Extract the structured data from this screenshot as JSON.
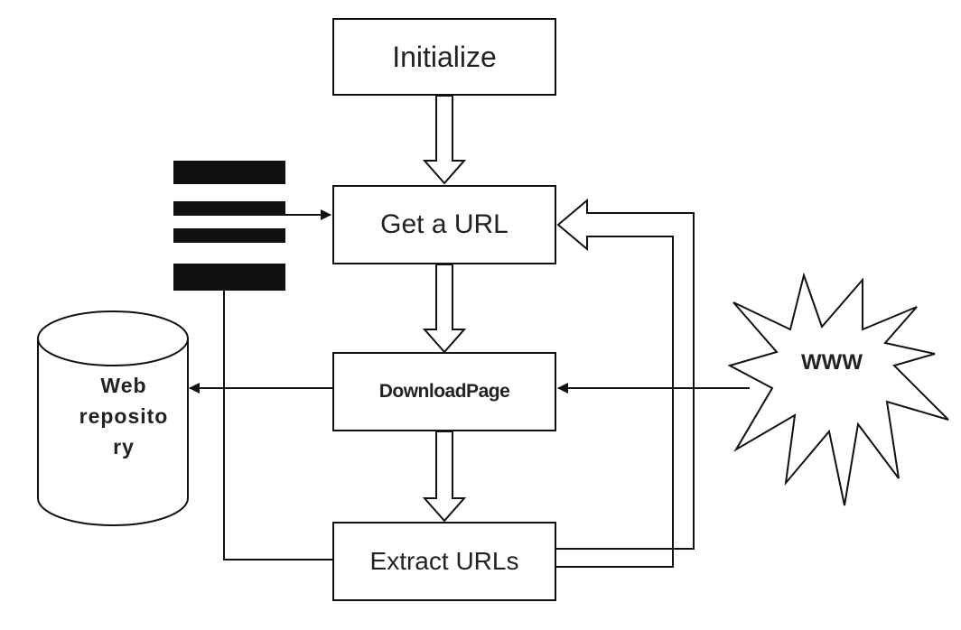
{
  "diagram": {
    "nodes": {
      "initialize": "Initialize",
      "get_url": "Get a URL",
      "download_page": "DownloadPage",
      "extract_urls": "Extract URLs",
      "web_repository": "Web\nreposito\nry",
      "www": "WWW"
    },
    "colors": {
      "line": "#111111",
      "background": "#ffffff"
    }
  }
}
